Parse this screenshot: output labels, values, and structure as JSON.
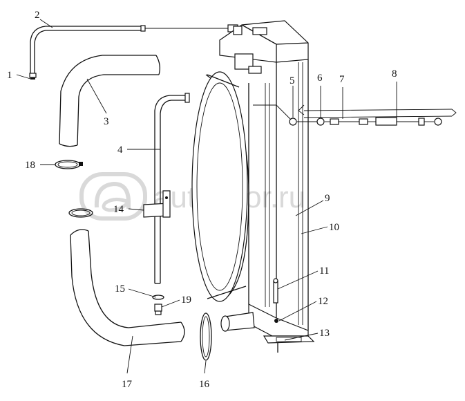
{
  "watermark": {
    "text": "autopitor.ru"
  },
  "callouts": [
    {
      "id": "1",
      "label": "1"
    },
    {
      "id": "2",
      "label": "2"
    },
    {
      "id": "3",
      "label": "3"
    },
    {
      "id": "4",
      "label": "4"
    },
    {
      "id": "5",
      "label": "5"
    },
    {
      "id": "6",
      "label": "6"
    },
    {
      "id": "7",
      "label": "7"
    },
    {
      "id": "8",
      "label": "8"
    },
    {
      "id": "9",
      "label": "9"
    },
    {
      "id": "10",
      "label": "10"
    },
    {
      "id": "11",
      "label": "11"
    },
    {
      "id": "12",
      "label": "12"
    },
    {
      "id": "13",
      "label": "13"
    },
    {
      "id": "14",
      "label": "14"
    },
    {
      "id": "15",
      "label": "15"
    },
    {
      "id": "16",
      "label": "16"
    },
    {
      "id": "17",
      "label": "17"
    },
    {
      "id": "18",
      "label": "18"
    },
    {
      "id": "19",
      "label": "19"
    }
  ]
}
